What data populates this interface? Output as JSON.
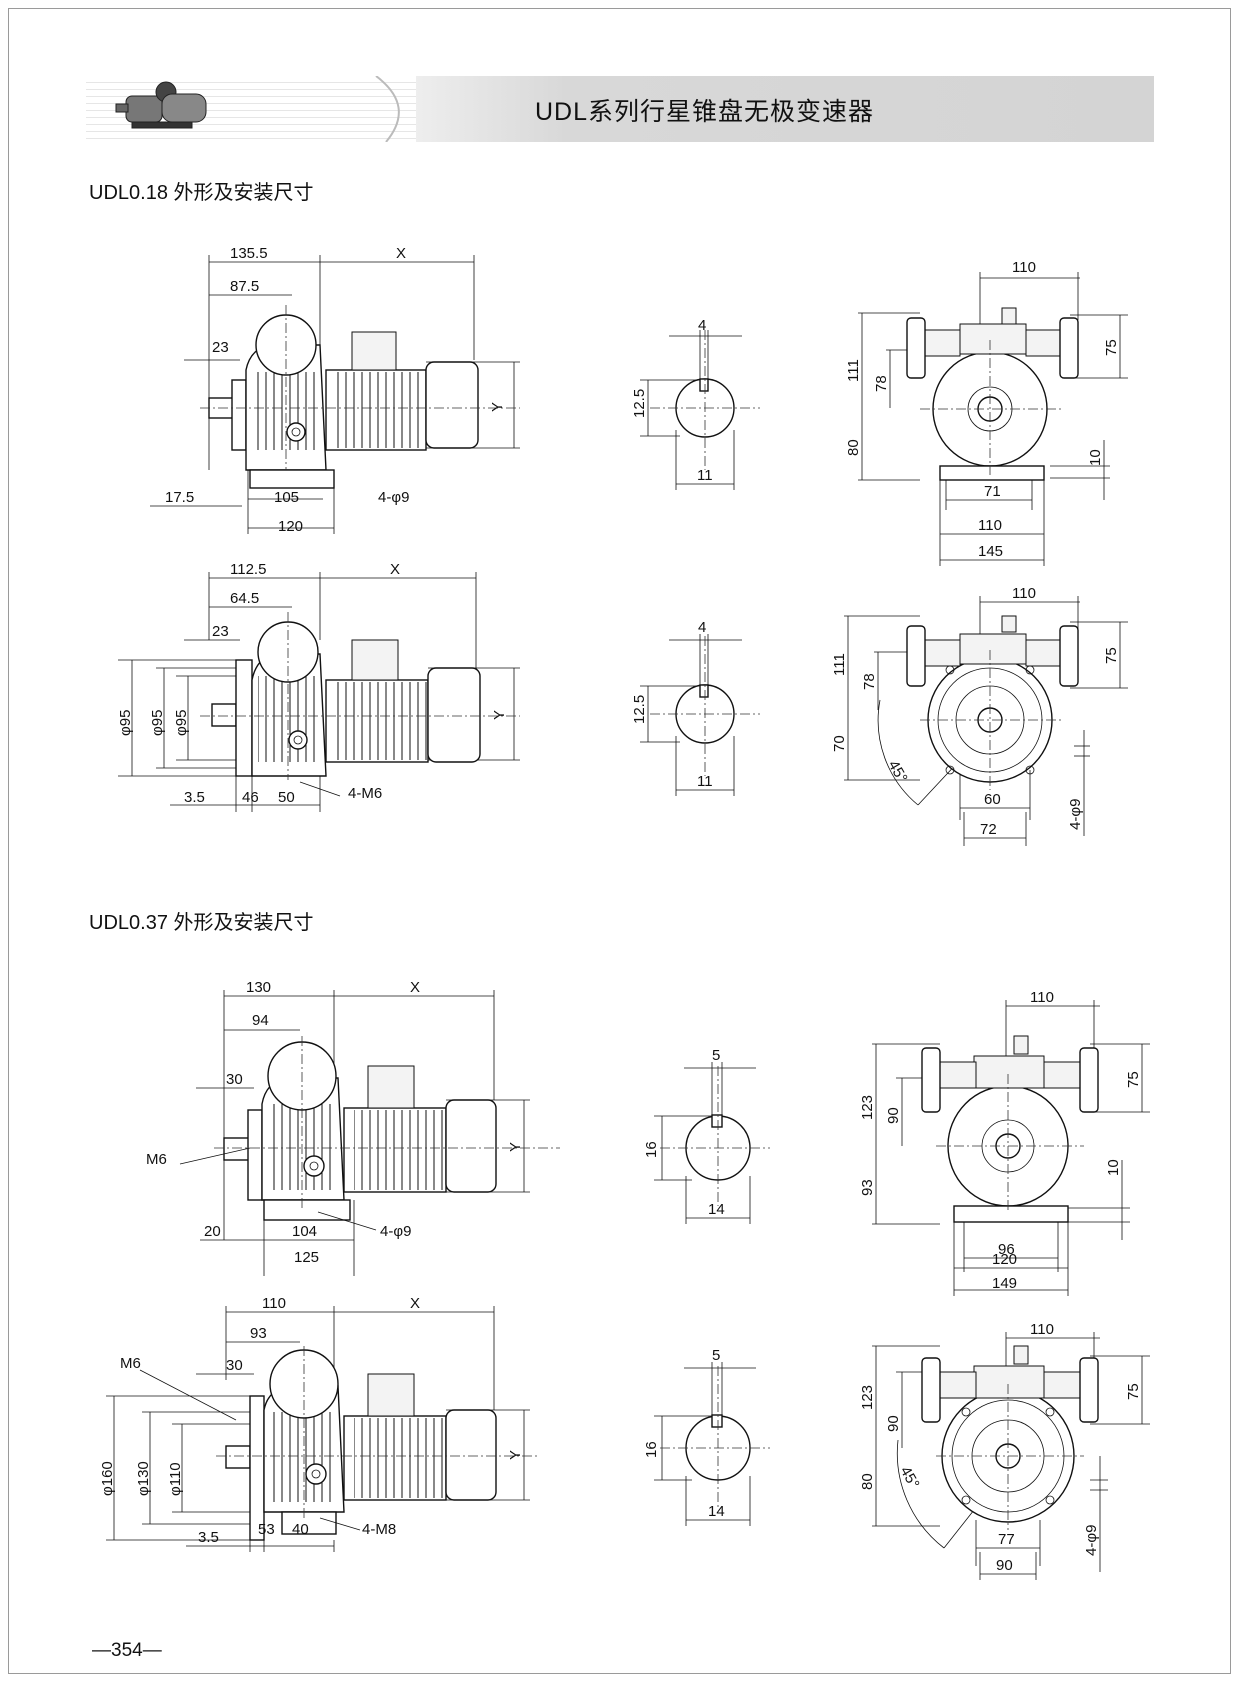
{
  "header": {
    "title": "UDL系列行星锥盘无极变速器"
  },
  "sections": [
    {
      "title": "UDL0.18 外形及安装尺寸"
    },
    {
      "title": "UDL0.37 外形及安装尺寸"
    }
  ],
  "views": {
    "a_side": {
      "d1": "135.5",
      "d2": "87.5",
      "d3": "23",
      "x": "X",
      "y": "Y",
      "d4": "17.5",
      "d5": "105",
      "d6": "120",
      "hole": "4-φ9"
    },
    "a_shaft": {
      "key": "4",
      "h": "12.5",
      "d": "11"
    },
    "a_end": {
      "w": "110",
      "h1": "111",
      "h2": "78",
      "h3": "75",
      "h4": "80",
      "h5": "10",
      "b1": "71",
      "b2": "110",
      "b3": "145"
    },
    "b_side": {
      "d1": "112.5",
      "d2": "64.5",
      "d3": "23",
      "x": "X",
      "y": "Y",
      "f1": "φ95",
      "f2": "φ95",
      "f3": "φ95",
      "d4": "3.5",
      "d5": "46",
      "d6": "50",
      "hole": "4-M6"
    },
    "b_shaft": {
      "key": "4",
      "h": "12.5",
      "d": "11"
    },
    "b_end": {
      "w": "110",
      "h1": "111",
      "h2": "78",
      "h3": "75",
      "h4": "70",
      "ang": "45°",
      "b1": "60",
      "b2": "72",
      "hole": "4-φ9"
    },
    "c_side": {
      "d1": "130",
      "d2": "94",
      "d3": "30",
      "x": "X",
      "y": "Y",
      "m": "M6",
      "d4": "20",
      "d5": "104",
      "d6": "125",
      "hole": "4-φ9"
    },
    "c_shaft": {
      "key": "5",
      "h": "16",
      "d": "14"
    },
    "c_end": {
      "w": "110",
      "h1": "123",
      "h2": "90",
      "h3": "75",
      "h4": "93",
      "h5": "10",
      "b1": "96",
      "b2": "120",
      "b3": "149"
    },
    "d_side": {
      "d1": "110",
      "d2": "93",
      "d3": "30",
      "x": "X",
      "y": "Y",
      "m": "M6",
      "f1": "φ160",
      "f2": "φ130",
      "f3": "φ110",
      "d4": "3.5",
      "d5": "53",
      "d6": "40",
      "hole": "4-M8"
    },
    "d_shaft": {
      "key": "5",
      "h": "16",
      "d": "14"
    },
    "d_end": {
      "w": "110",
      "h1": "123",
      "h2": "90",
      "h3": "75",
      "h4": "80",
      "ang": "45°",
      "b1": "77",
      "b2": "90",
      "hole": "4-φ9"
    }
  },
  "footer": {
    "page": "—354—"
  }
}
